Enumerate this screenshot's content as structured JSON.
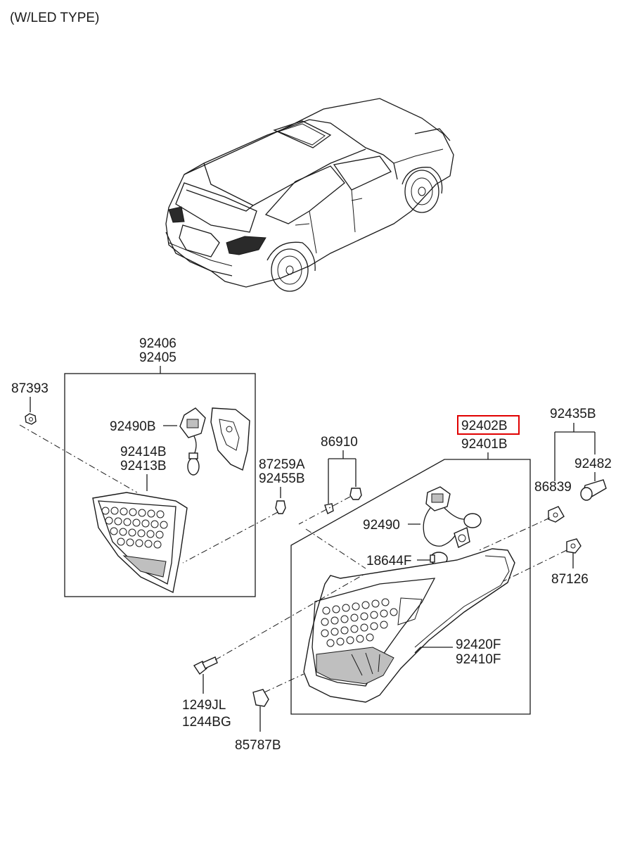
{
  "diagram": {
    "title": "(W/LED TYPE)",
    "left_assembly": {
      "labels": [
        "92406",
        "92405"
      ],
      "retainer": "87393",
      "socket_wiring": "92490B",
      "lamp_body": [
        "92414B",
        "92413B"
      ],
      "screws": [
        "87259A",
        "92455B"
      ]
    },
    "right_assembly": {
      "highlighted_part": "92402B",
      "assembly": "92401B",
      "clip": "86910",
      "wiring": "92490",
      "bulb": "18644F",
      "lens": [
        "92420F",
        "92410F"
      ],
      "group": "92435B",
      "cap": "92482",
      "grommet": "86839",
      "nut": "87126",
      "bolt": [
        "1249JL",
        "1244BG"
      ],
      "pad": "85787B"
    },
    "colors": {
      "highlight": "#e00000",
      "line": "#1a1a1a"
    }
  }
}
